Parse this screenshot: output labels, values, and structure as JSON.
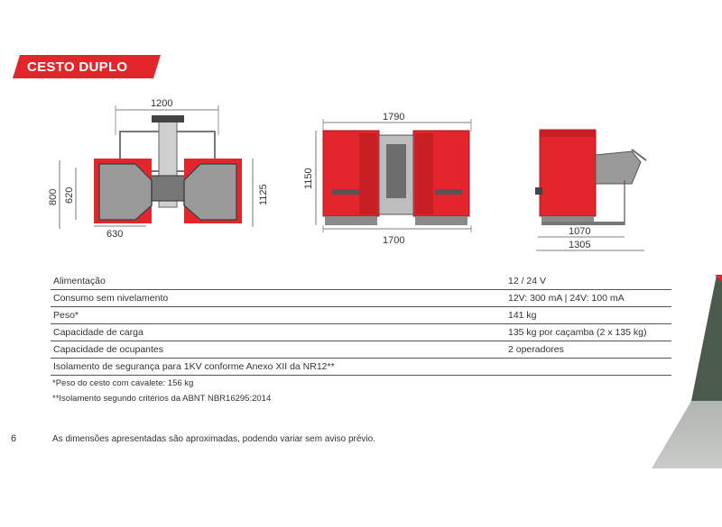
{
  "section": {
    "title": "CESTO DUPLO",
    "accent_color": "#e3262b"
  },
  "dimensions": {
    "top_view": {
      "width_total": "1200",
      "height_left": "800",
      "inner_height": "620",
      "basket_width": "630",
      "height_right": "1125"
    },
    "front_view": {
      "top_width": "1790",
      "height": "1150",
      "bottom_width": "1700"
    },
    "side_view": {
      "depth": "1070",
      "total_depth": "1305"
    }
  },
  "specs": [
    {
      "label": "Alimentação",
      "value": "12 / 24 V"
    },
    {
      "label": "Consumo sem nivelamento",
      "value": "12V: 300 mA | 24V: 100 mA"
    },
    {
      "label": "Peso*",
      "value": "141 kg"
    },
    {
      "label": "Capacidade de carga",
      "value": "135 kg por caçamba (2 x 135 kg)"
    },
    {
      "label": "Capacidade de ocupantes",
      "value": "2 operadores"
    },
    {
      "label": "Isolamento de segurança para 1KV conforme Anexo XII da NR12**",
      "value": ""
    }
  ],
  "notes": [
    "*Peso do cesto com cavalete: 156 kg",
    "**Isolamento segundo critérios da ABNT NBR16295:2014"
  ],
  "footer": {
    "page_number": "6",
    "disclaimer": "As dimensões apresentadas são aproximadas, podendo variar sem aviso prévio."
  }
}
